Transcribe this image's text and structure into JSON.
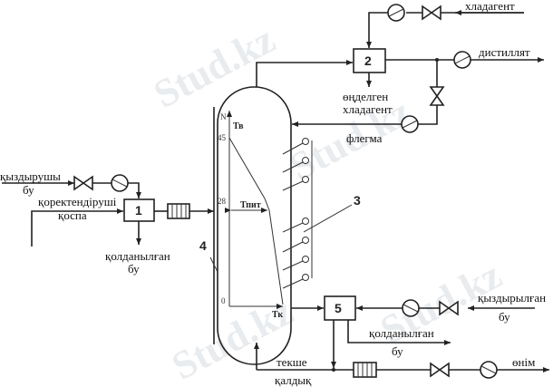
{
  "watermark": "Stud.kz",
  "units": {
    "u1": "1",
    "u2": "2",
    "u3": "3",
    "u4": "4",
    "u5": "5"
  },
  "labels": {
    "heating_steam_1": "қыздырушы",
    "heating_steam_2": "бу",
    "feed_1": "қоректендіруші",
    "feed_2": "қоспа",
    "used_steam_left_1": "қолданылған",
    "used_steam_left_2": "бу",
    "coolant_in": "хладагент",
    "distillate": "дистиллят",
    "spent_coolant_1": "өңделген",
    "spent_coolant_2": "хладагент",
    "reflux": "флегма",
    "heated_steam_1": "қыздырылған",
    "heated_steam_2": "бу",
    "used_steam_right_1": "қолданылған",
    "used_steam_right_2": "бу",
    "bottoms_1": "текше",
    "bottoms_2": "қалдық",
    "product": "өнім"
  },
  "profile": {
    "n_axis": "N",
    "tick_45": "45",
    "tick_28": "28",
    "tick_0": "0",
    "t_top": "Тв",
    "t_feed": "Тпит",
    "t_bottom": "Тк"
  }
}
